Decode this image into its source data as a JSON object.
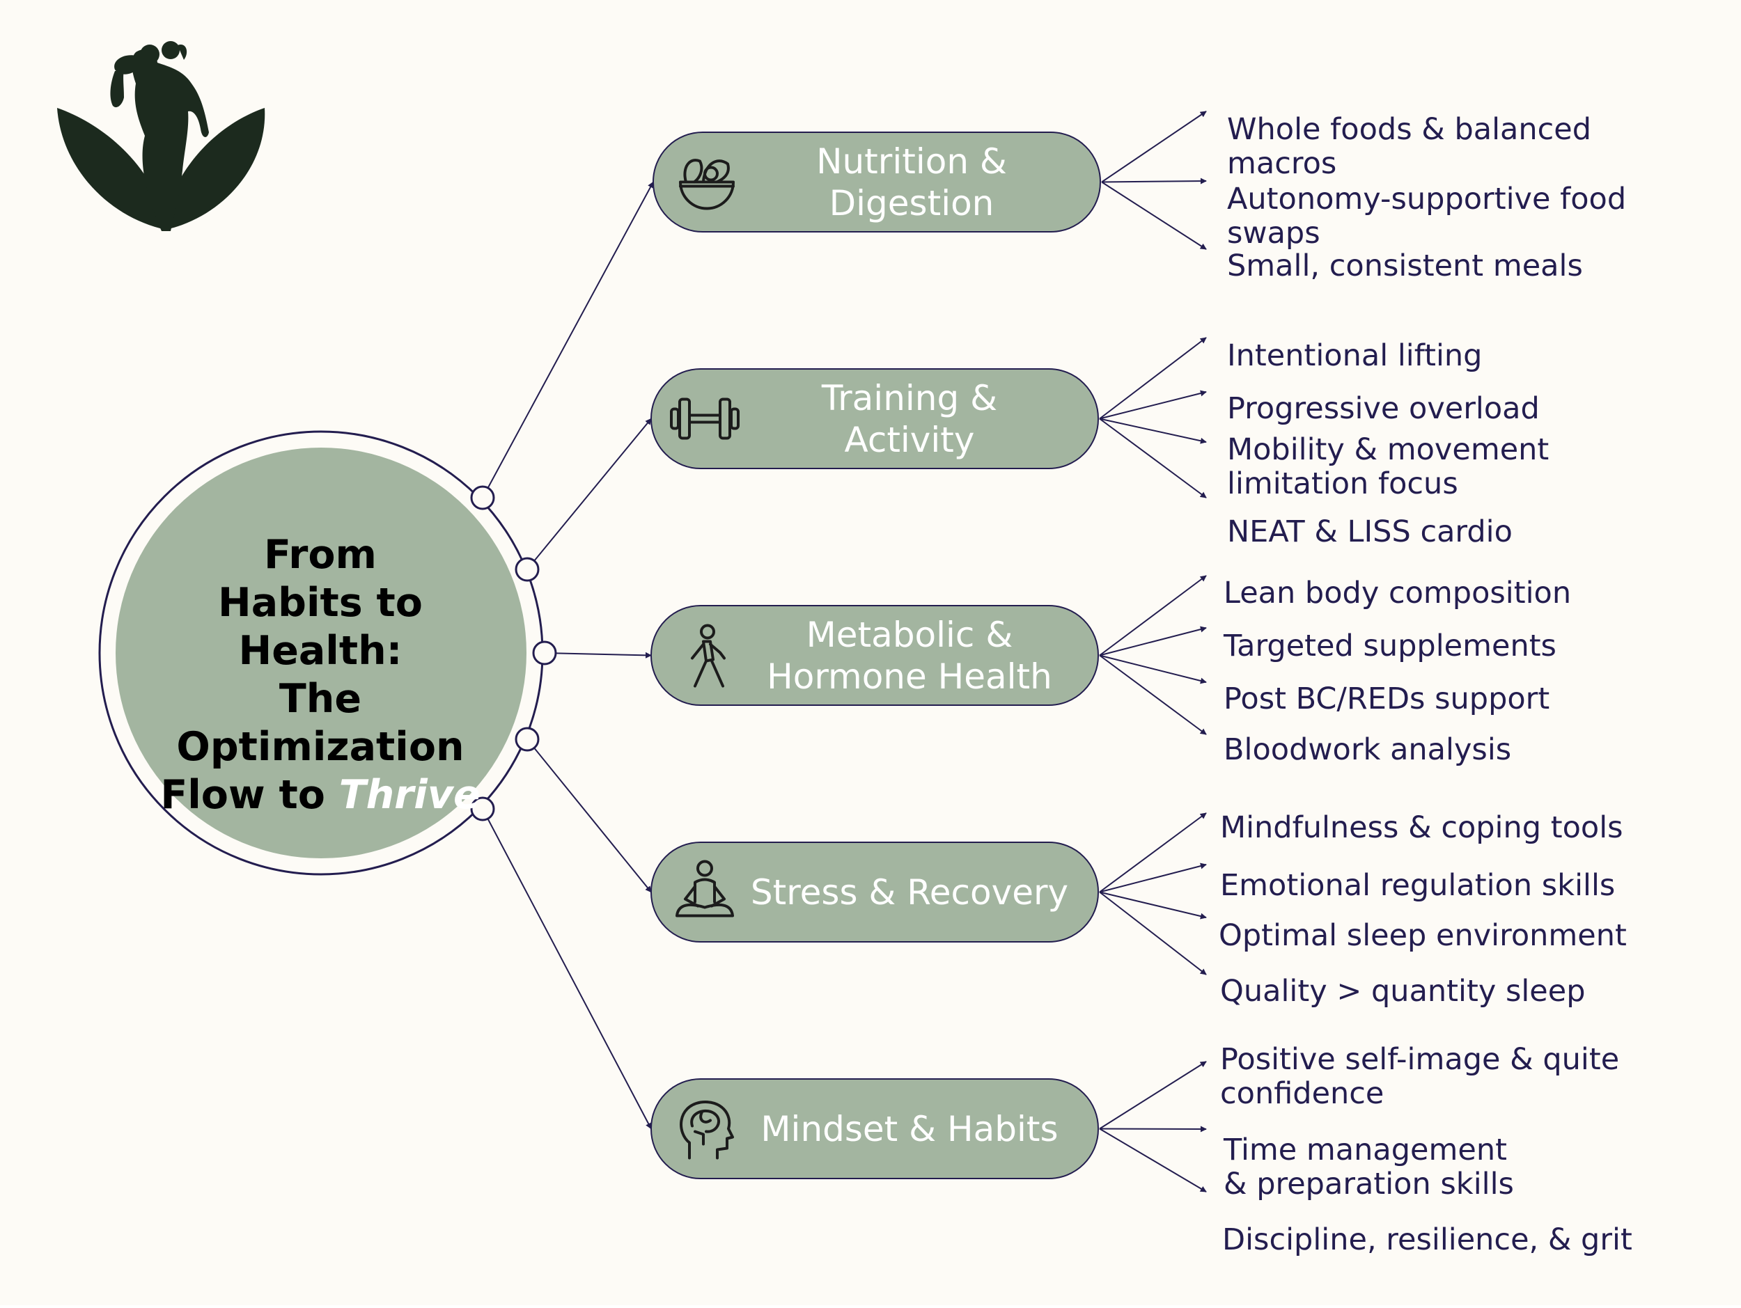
{
  "colors": {
    "background": "#fdfbf6",
    "sage": "#a3b5a0",
    "navy": "#231d4f",
    "logo": "#1c2a1e",
    "white": "#ffffff"
  },
  "title": {
    "lines": [
      "From",
      "Habits to",
      "Health:",
      "The",
      "Optimization"
    ],
    "last_line_prefix": "Flow to ",
    "last_line_emphasis": "Thrive"
  },
  "categories": [
    {
      "label_lines": [
        "Nutrition &",
        "Digestion"
      ],
      "icon": "salad-bowl-icon",
      "items": [
        "Whole foods & balanced macros",
        "Autonomy-supportive food swaps",
        "Small, consistent meals"
      ]
    },
    {
      "label_lines": [
        "Training &",
        "Activity"
      ],
      "icon": "dumbbell-icon",
      "items": [
        "Intentional lifting",
        "Progressive overload",
        "Mobility & movement limitation focus",
        "NEAT & LISS cardio"
      ]
    },
    {
      "label_lines": [
        "Metabolic &",
        "Hormone Health"
      ],
      "icon": "walking-person-icon",
      "items": [
        "Lean body composition",
        "Targeted supplements",
        "Post BC/REDs support",
        "Bloodwork analysis"
      ]
    },
    {
      "label_lines": [
        "Stress & Recovery"
      ],
      "icon": "meditation-icon",
      "items": [
        "Mindfulness & coping tools",
        "Emotional regulation skills",
        "Optimal sleep environment",
        "Quality > quantity sleep"
      ]
    },
    {
      "label_lines": [
        "Mindset & Habits"
      ],
      "icon": "brain-head-icon",
      "items": [
        "Positive self-image & quite confidence",
        "Time management & preparation skills",
        "Discipline, resilience, & grit"
      ]
    }
  ],
  "logo": {
    "icon": "fitness-couple-leaves-logo-icon"
  }
}
